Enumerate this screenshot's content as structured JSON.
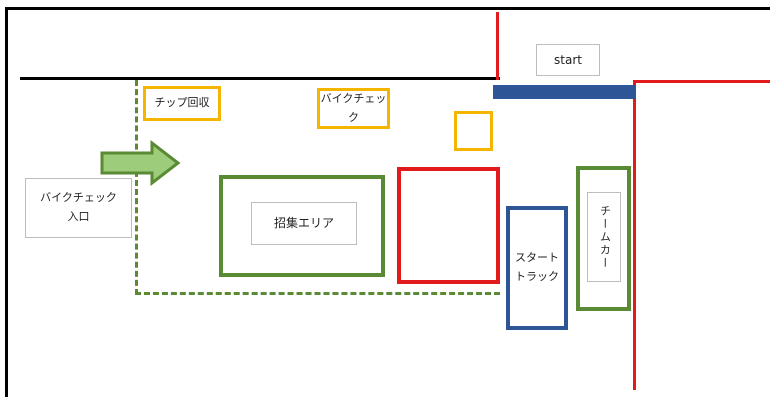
{
  "colors": {
    "red": "#e11b1b",
    "blue": "#2e5596",
    "green": "#5b8a34",
    "yellow": "#f4b400",
    "arrow_fill": "#9dcc7a"
  },
  "labels": {
    "start": "start",
    "chip_collection": "チップ回収",
    "bike_check": "バイクチェック",
    "bike_check_entrance_line1": "バイクチェック",
    "bike_check_entrance_line2": "入口",
    "assembly_area": "招集エリア",
    "start_track_line1": "スタート",
    "start_track_line2": "トラック",
    "team_car": "チームカー"
  }
}
